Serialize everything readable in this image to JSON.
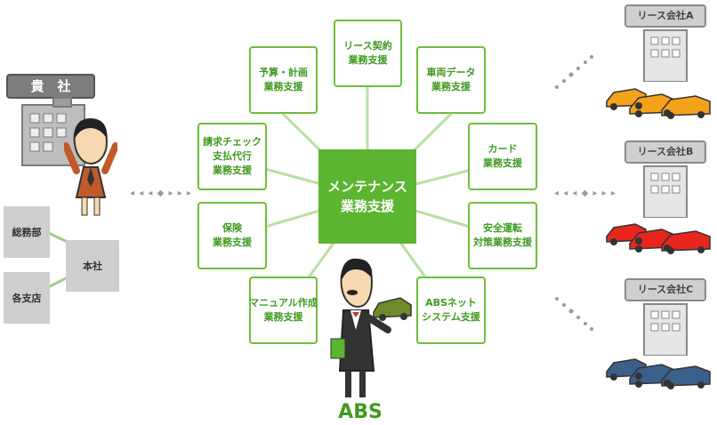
{
  "center": {
    "line1": "メンテナンス",
    "line2": "業務支援"
  },
  "services": [
    {
      "lines": [
        "リース契約",
        "業務支援"
      ]
    },
    {
      "lines": [
        "車両データ",
        "業務支援"
      ]
    },
    {
      "lines": [
        "カード",
        "業務支援"
      ]
    },
    {
      "lines": [
        "安全運転",
        "対策業務支援"
      ]
    },
    {
      "lines": [
        "ABSネット",
        "システム支援"
      ]
    },
    {
      "lines": [
        "マニュアル作成",
        "業務支援"
      ]
    },
    {
      "lines": [
        "保険",
        "業務支援"
      ]
    },
    {
      "lines": [
        "請求チェック",
        "支払代行",
        "業務支援"
      ]
    },
    {
      "lines": [
        "予算・計画",
        "業務支援"
      ]
    }
  ],
  "client": {
    "sign": "貴　社",
    "org": {
      "dept": "総務部",
      "head": "本社",
      "branch": "各支店"
    }
  },
  "abs_label": "ABS",
  "lessors": [
    {
      "name": "リース会社A",
      "car_color": "#f4a21a"
    },
    {
      "name": "リース会社B",
      "car_color": "#e8261e"
    },
    {
      "name": "リース会社C",
      "car_color": "#3d5f8c"
    }
  ],
  "arrow": "◂ ◂ ◂ ◆ ▸ ▸ ▸",
  "colors": {
    "accent": "#5cb531",
    "border": "#6fbf3c"
  }
}
